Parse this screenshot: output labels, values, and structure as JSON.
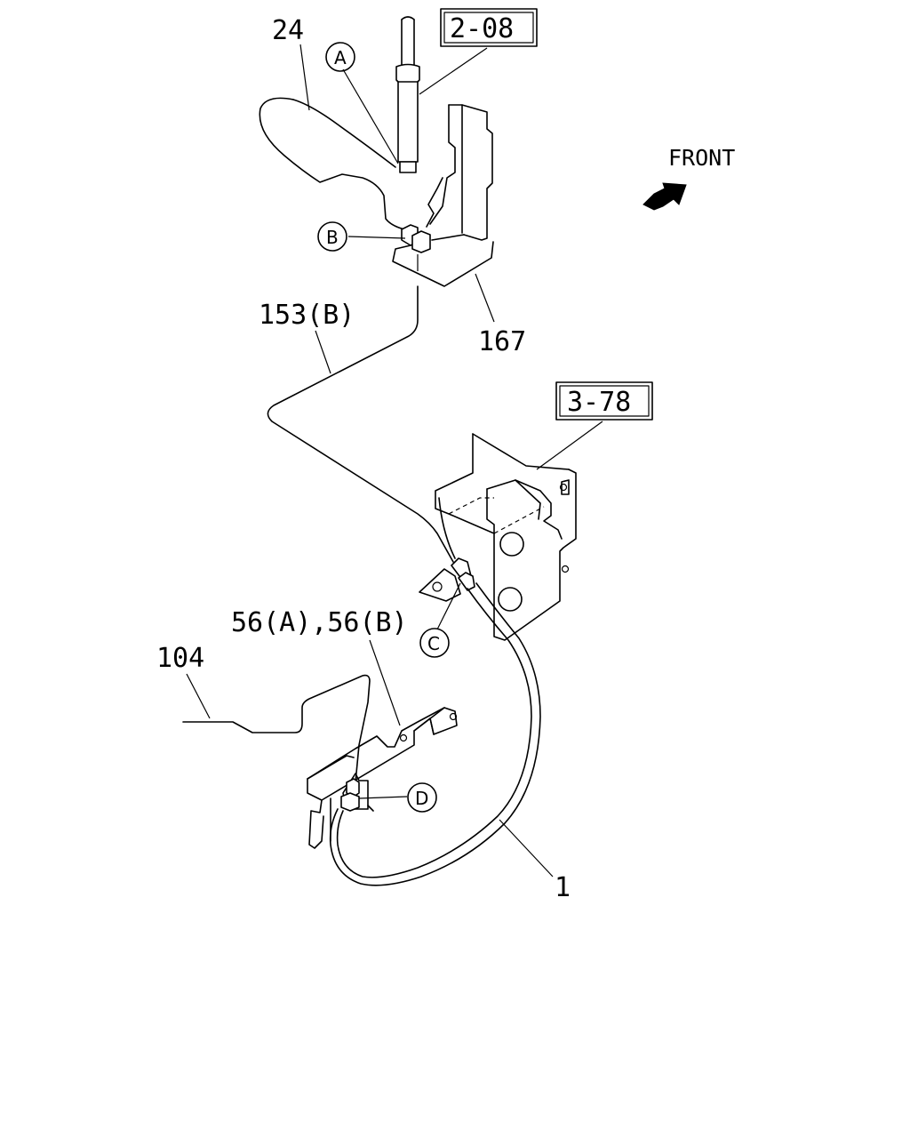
{
  "callouts": {
    "part_24": "24",
    "part_153b": "153(B)",
    "part_167": "167",
    "part_56": "56(A),56(B)",
    "part_104": "104",
    "part_1": "1"
  },
  "refs": {
    "ref_208": "2-08",
    "ref_378": "3-78"
  },
  "markers": {
    "a": "A",
    "b": "B",
    "c": "C",
    "d": "D"
  },
  "direction": {
    "label": "FRONT"
  }
}
